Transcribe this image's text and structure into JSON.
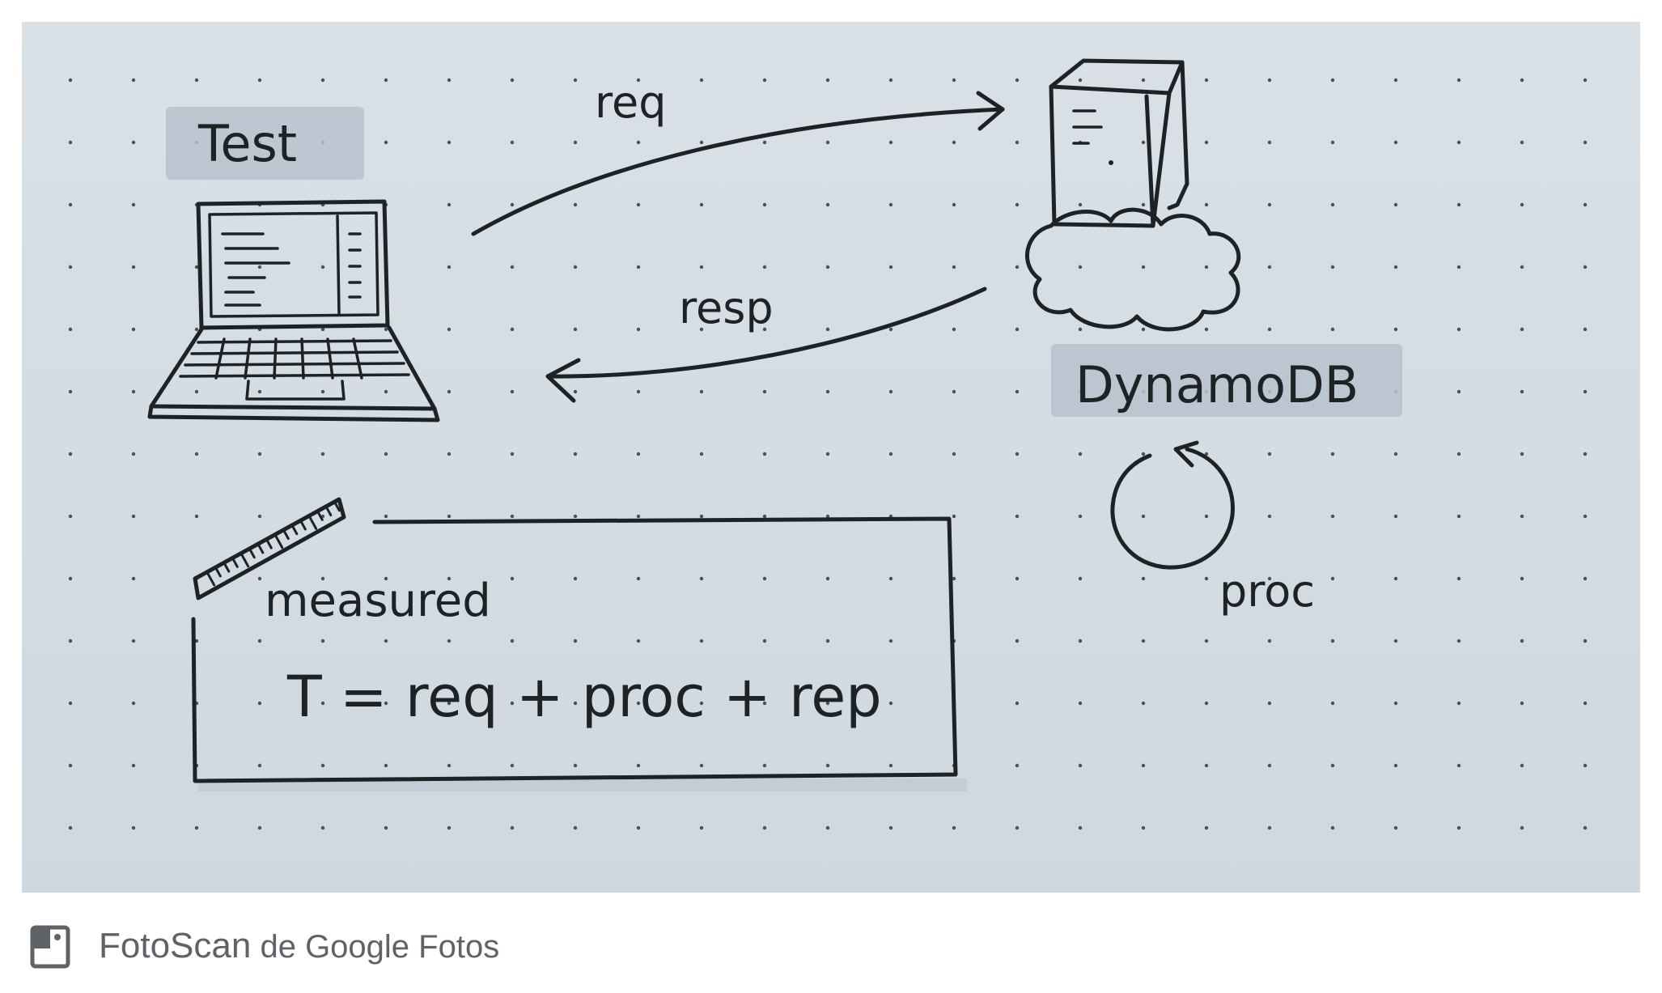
{
  "diagram": {
    "client_label": "Test",
    "server_label": "DynamoDB",
    "request_label": "req",
    "response_label": "resp",
    "processing_label": "proc",
    "measurement_label": "measured",
    "formula": "T = req + proc + rep"
  },
  "footer": {
    "icon": "fotoscan-icon",
    "app_name": "FotoScan",
    "separator": " de ",
    "brand": "Google Fotos"
  },
  "colors": {
    "paper": "#d6dee5",
    "ink": "#1e2224",
    "highlighter": "#b7c2cc",
    "footer_text": "#5f6368"
  }
}
